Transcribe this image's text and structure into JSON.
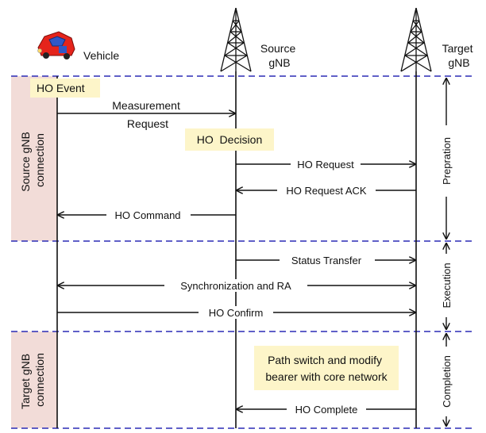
{
  "entities": {
    "vehicle": "Vehicle",
    "source_line1": "Source",
    "source_line2": "gNB",
    "target_line1": "Target",
    "target_line2": "gNB"
  },
  "side_labels": {
    "source_connection_line1": "Source gNB",
    "source_connection_line2": "connection",
    "target_connection_line1": "Target gNB",
    "target_connection_line2": "connection"
  },
  "phases": {
    "preparation": "Prepration",
    "execution": "Execution",
    "completion": "Completion"
  },
  "events": {
    "ho_event": "HO Event",
    "ho_decision": "HO  Decision",
    "path_switch_line1": "Path switch and modify",
    "path_switch_line2": "bearer with core network"
  },
  "messages": {
    "measurement_request_line1": "Measurement",
    "measurement_request_line2": "Request",
    "ho_request": "HO Request",
    "ho_request_ack": "HO Request ACK",
    "ho_command": "HO Command",
    "status_transfer": "Status Transfer",
    "sync_ra": "Synchronization and RA",
    "ho_confirm": "HO Confirm",
    "ho_complete": "HO Complete"
  },
  "colors": {
    "connection_panel": "#f2dcd8",
    "event_box": "#fdf5c9",
    "divider": "#2b2bb5",
    "line": "#111111"
  }
}
